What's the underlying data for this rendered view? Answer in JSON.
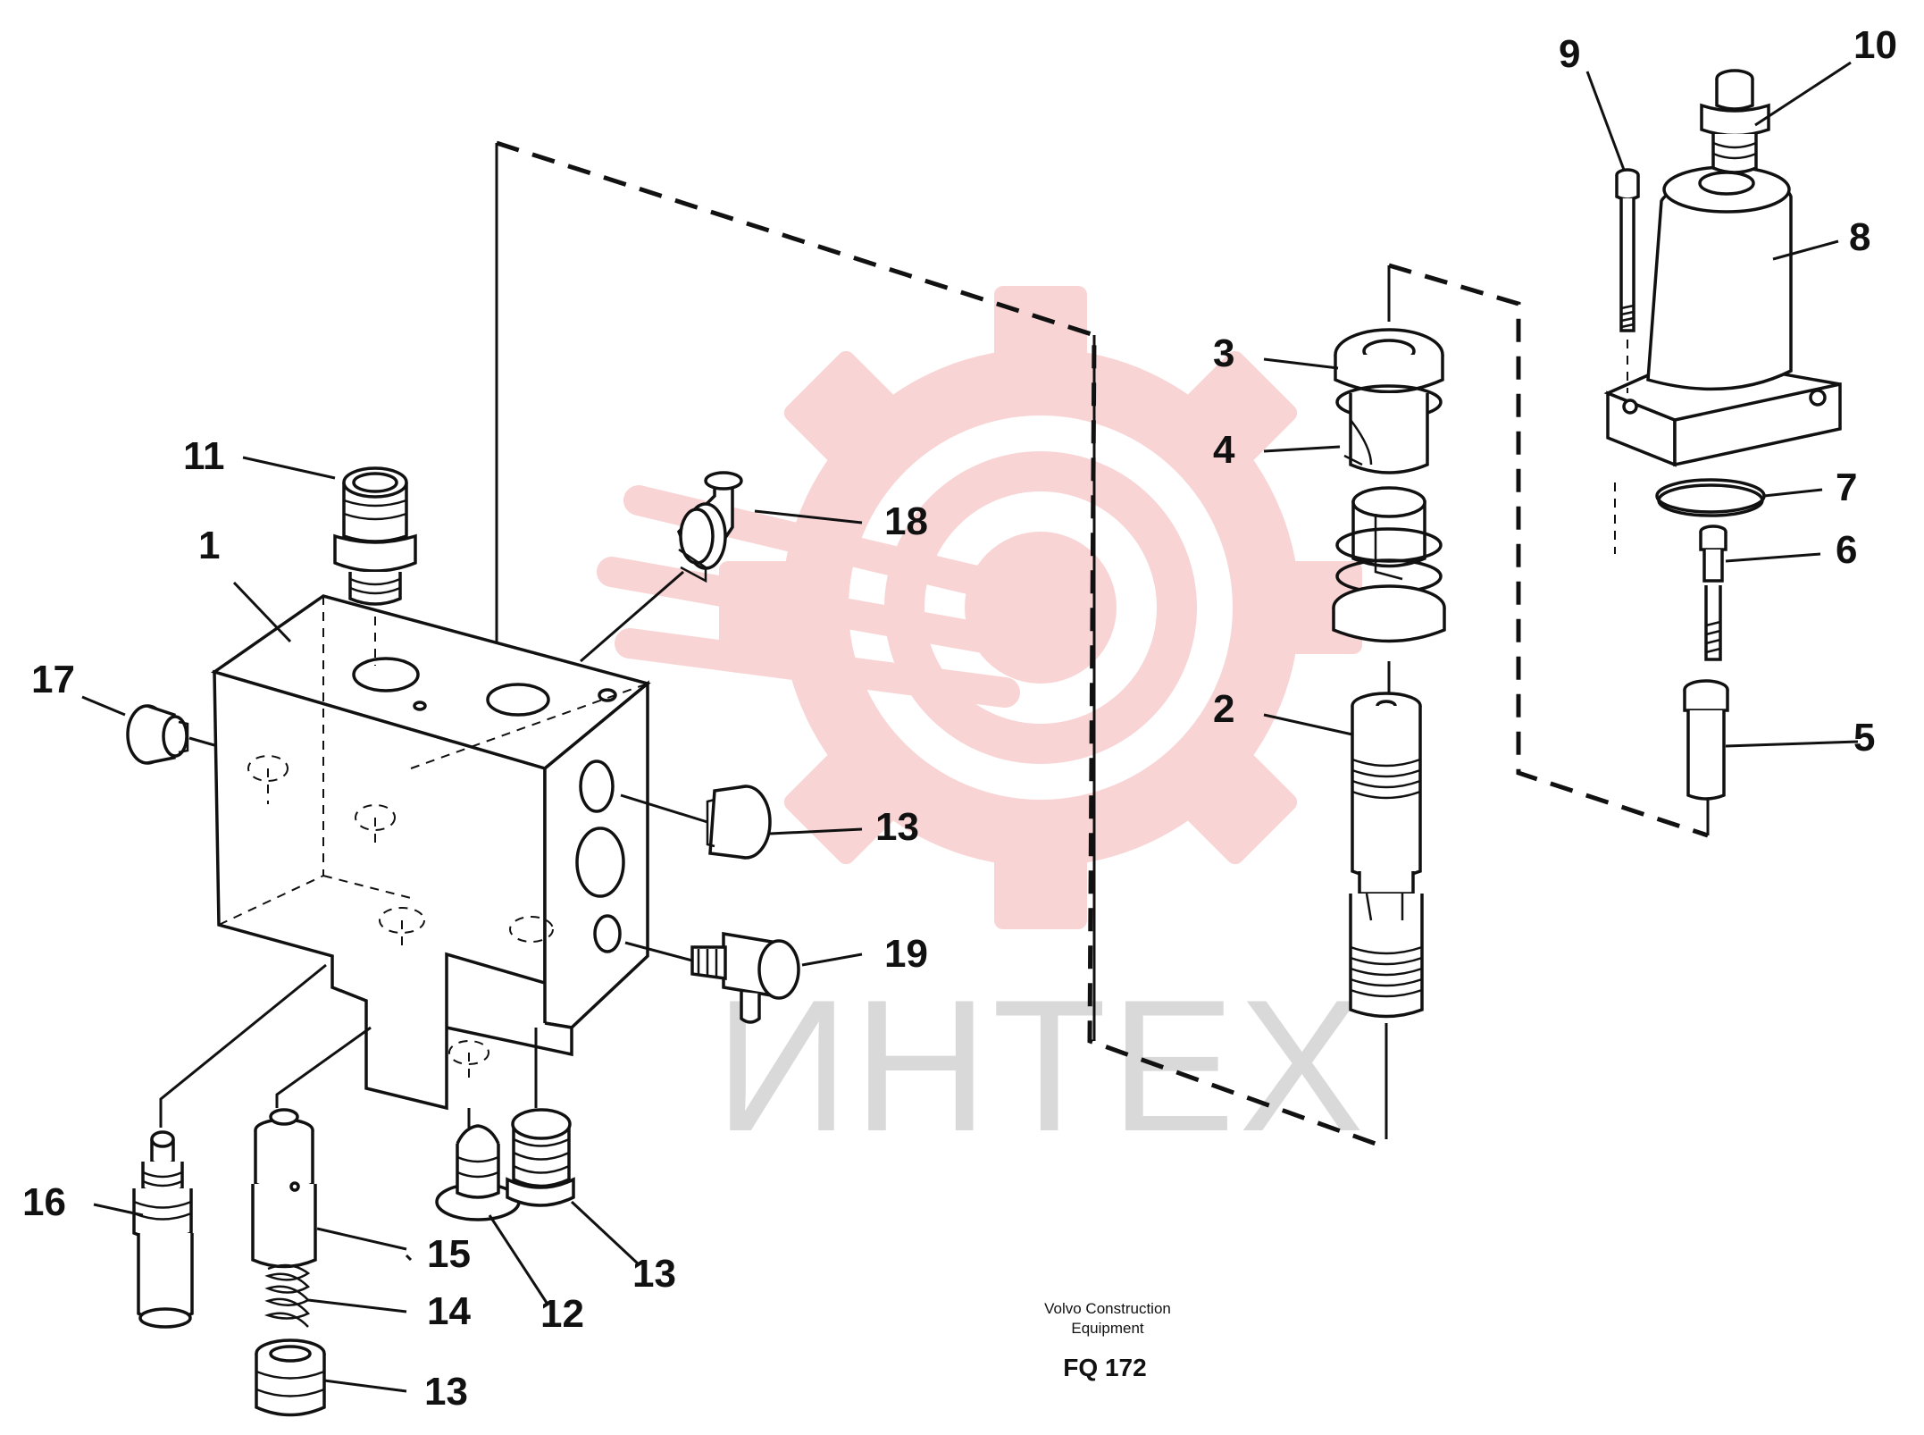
{
  "labels": {
    "p1": "1",
    "p2": "2",
    "p3": "3",
    "p4": "4",
    "p5": "5",
    "p6": "6",
    "p7": "7",
    "p8": "8",
    "p9": "9",
    "p10": "10",
    "p11": "11",
    "p12": "12",
    "p13a": "13",
    "p13b": "13",
    "p13c": "13",
    "p14": "14",
    "p15": "15",
    "p16": "16",
    "p17": "17",
    "p18": "18",
    "p19": "19"
  },
  "caption": {
    "line1": "Volvo Construction",
    "line2": "Equipment",
    "code": "FQ 172"
  },
  "watermark": {
    "text": "ИНТЕХ",
    "gear_color": "#f9d4d4",
    "text_color": "#d9d9d9"
  }
}
